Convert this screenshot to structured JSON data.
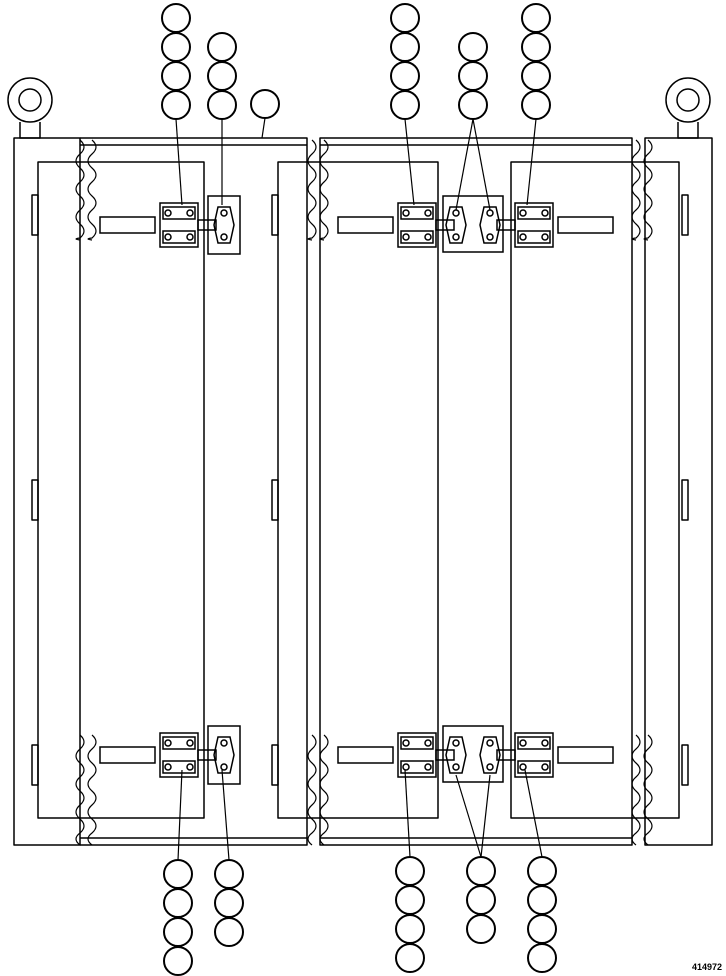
{
  "figure_id": "414972",
  "colors": {
    "line": "#000000",
    "background": "#ffffff"
  },
  "callout_stacks": [
    {
      "name": "callout-stack-top-left-latch",
      "count": 4
    },
    {
      "name": "callout-stack-top-left-catch",
      "count": 3
    },
    {
      "name": "callout-stack-top-cover",
      "count": 1
    },
    {
      "name": "callout-stack-top-center-latch",
      "count": 4
    },
    {
      "name": "callout-stack-top-center-catch",
      "count": 3
    },
    {
      "name": "callout-stack-top-right-latch",
      "count": 4
    },
    {
      "name": "callout-stack-bottom-left-latch",
      "count": 4
    },
    {
      "name": "callout-stack-bottom-left-catch",
      "count": 3
    },
    {
      "name": "callout-stack-bottom-center-latch",
      "count": 4
    },
    {
      "name": "callout-stack-bottom-center-catch",
      "count": 3
    },
    {
      "name": "callout-stack-bottom-right-latch",
      "count": 4
    }
  ],
  "latches": [
    {
      "name": "latch-top-left",
      "orientation": "right"
    },
    {
      "name": "latch-top-center",
      "orientation": "right"
    },
    {
      "name": "latch-top-right",
      "orientation": "left"
    },
    {
      "name": "latch-bottom-left",
      "orientation": "right"
    },
    {
      "name": "latch-bottom-center",
      "orientation": "right"
    },
    {
      "name": "latch-bottom-right",
      "orientation": "left"
    }
  ]
}
